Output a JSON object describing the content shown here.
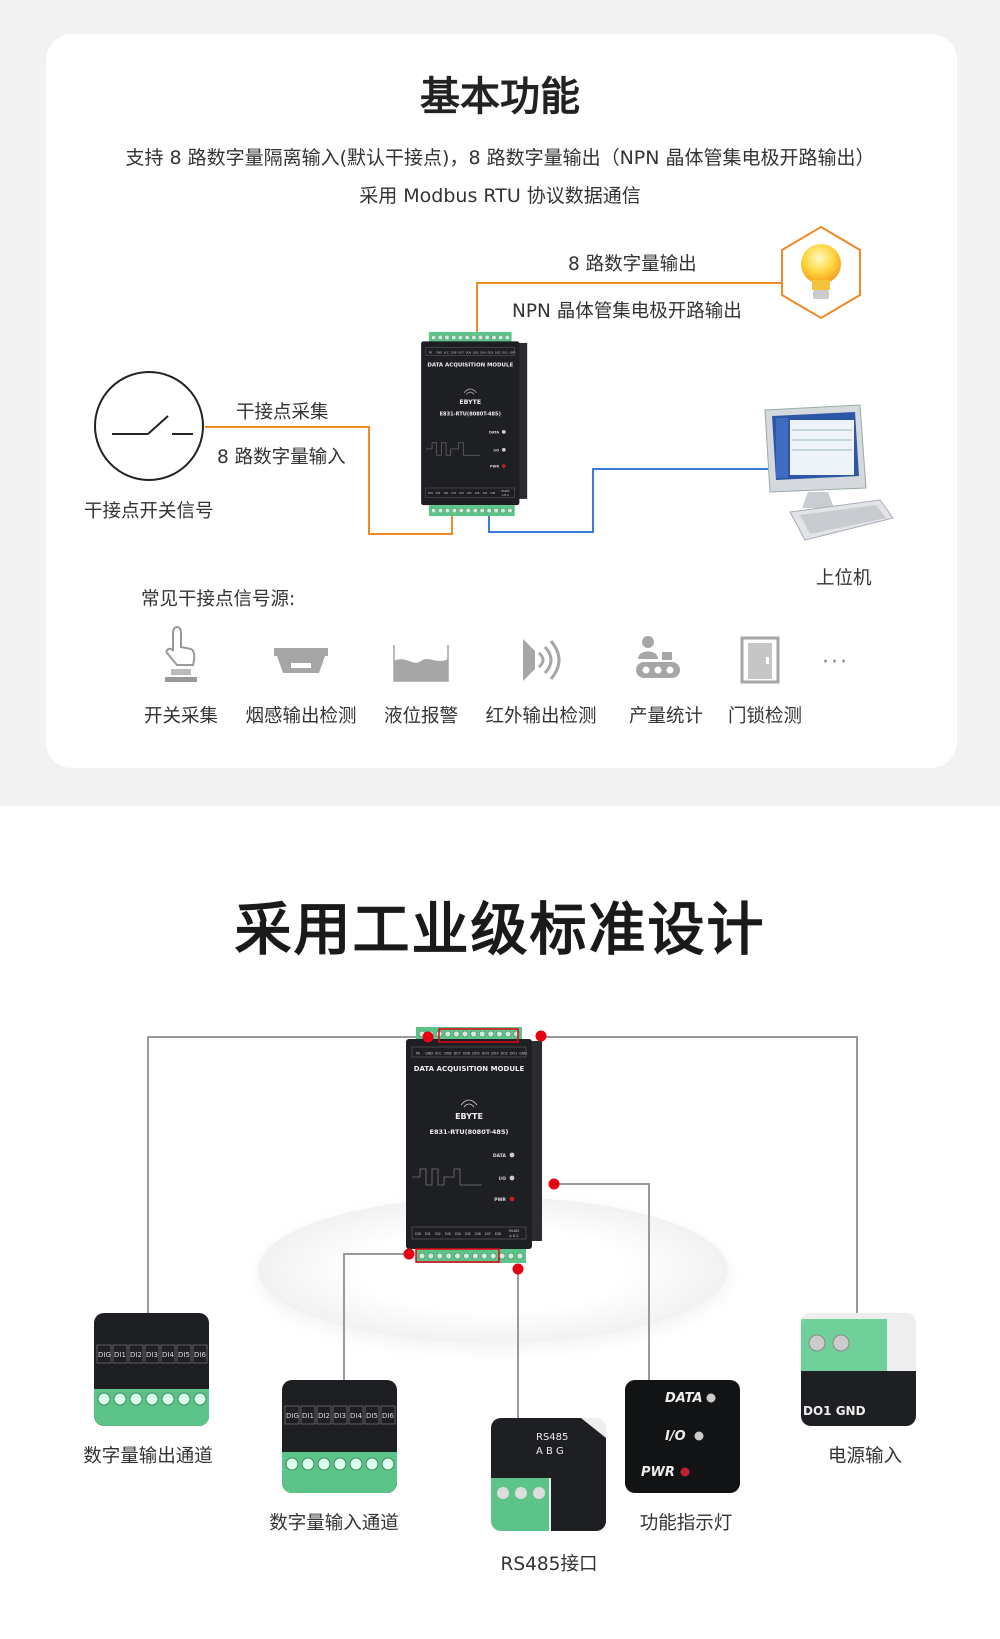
{
  "section1": {
    "title": "基本功能",
    "desc_line1": "支持 8 路数字量隔离输入(默认干接点)，8 路数字量输出（NPN 晶体管集电极开路输出）",
    "desc_line2": "采用 Modbus RTU 协议数据通信",
    "output_label1": "8 路数字量输出",
    "output_label2": "NPN 晶体管集电极开路输出",
    "input_label1": "干接点采集",
    "input_label2": "8 路数字量输入",
    "switch_label": "干接点开关信号",
    "host_label": "上位机",
    "sources_title": "常见干接点信号源:",
    "sources": [
      {
        "label": "开关采集",
        "icon": "hand-press-icon"
      },
      {
        "label": "烟感输出检测",
        "icon": "smoke-detector-icon"
      },
      {
        "label": "液位报警",
        "icon": "liquid-level-icon"
      },
      {
        "label": "红外输出检测",
        "icon": "infrared-icon"
      },
      {
        "label": "产量统计",
        "icon": "conveyor-icon"
      },
      {
        "label": "门锁检测",
        "icon": "door-icon"
      }
    ],
    "more": "···"
  },
  "device": {
    "module_label": "DATA ACQUISITION MODULE",
    "brand": "EBYTE",
    "model": "E831-RTU(8080T-485)",
    "led_data": "DATA",
    "led_io": "I/O",
    "led_pwr": "PWR",
    "top_pins": [
      "PE",
      "GND",
      "VCC",
      "DO8",
      "DO7",
      "DO6",
      "DO5",
      "DO4",
      "DO3",
      "DO2",
      "DO1",
      "GND"
    ],
    "bottom_pins": [
      "DIG",
      "DI1",
      "DI2",
      "DI3",
      "DI4",
      "DI5",
      "DI6",
      "DI7",
      "DI8"
    ],
    "rs485": "RS485",
    "rs485_pins": "A B G"
  },
  "section2": {
    "title": "采用工业级标准设计",
    "callouts": [
      {
        "label": "数字量输出通道"
      },
      {
        "label": "数字量输入通道"
      },
      {
        "label": "RS485接口"
      },
      {
        "label": "功能指示灯"
      },
      {
        "label": "电源输入"
      }
    ],
    "thumb_text": {
      "di_pins": [
        "DIG",
        "DI1",
        "DI2",
        "DI3",
        "DI4",
        "DI5",
        "DI6"
      ],
      "rs485": "RS485",
      "rs485_pins": "A B G",
      "power_pins": "DO1 GND",
      "leds": [
        "DATA",
        "I/O",
        "PWR"
      ]
    }
  },
  "colors": {
    "orange": "#f08a24",
    "blue": "#3a7bd5",
    "gray_line": "#9a9a9a",
    "marker_red": "#e60012",
    "terminal_green": "#5cc489",
    "device_black": "#1e1f22"
  }
}
